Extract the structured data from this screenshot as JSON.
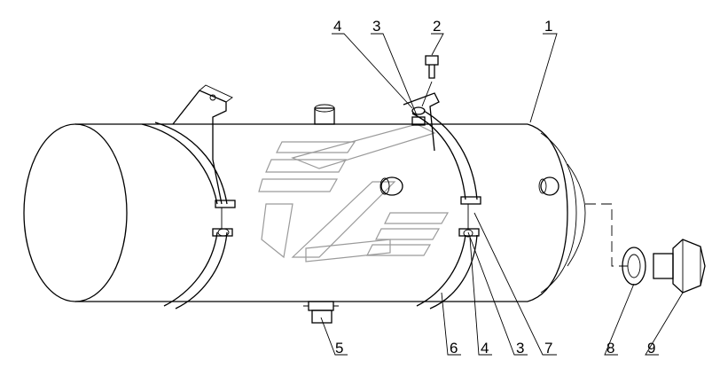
{
  "diagram": {
    "callouts": [
      {
        "id": "c1",
        "text": "1"
      },
      {
        "id": "c2",
        "text": "2"
      },
      {
        "id": "c3a",
        "text": "3"
      },
      {
        "id": "c4a",
        "text": "4"
      },
      {
        "id": "c5",
        "text": "5"
      },
      {
        "id": "c6",
        "text": "6"
      },
      {
        "id": "c4b",
        "text": "4"
      },
      {
        "id": "c3b",
        "text": "3"
      },
      {
        "id": "c7",
        "text": "7"
      },
      {
        "id": "c8",
        "text": "8"
      },
      {
        "id": "c9",
        "text": "9"
      }
    ]
  }
}
